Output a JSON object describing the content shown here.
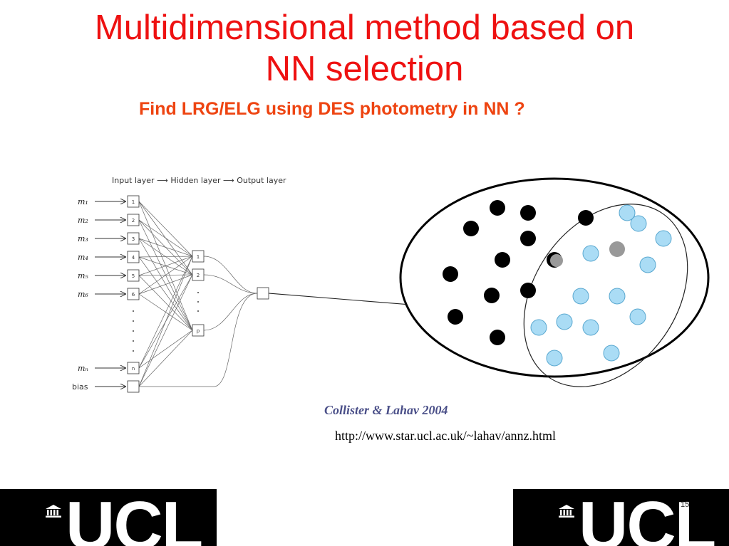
{
  "slide": {
    "title_line1": "Multidimensional method based on",
    "title_line2": "NN selection",
    "subtitle": "Find LRG/ELG using DES photometry in NN ?",
    "citation": "Collister & Lahav 2004",
    "url": "http://www.star.ucl.ac.uk/~lahav/annz.html",
    "slide_number": "15"
  },
  "network": {
    "header": "Input layer ⟶ Hidden layer ⟶ Output layer",
    "input_labels": [
      "m₁",
      "m₂",
      "m₃",
      "m₄",
      "m₅",
      "m₆",
      "mₙ",
      "bias"
    ],
    "input_nodes": [
      "1",
      "2",
      "3",
      "4",
      "5",
      "6",
      "n"
    ],
    "hidden_nodes": [
      "1",
      "2",
      "p"
    ]
  },
  "logo": {
    "text": "UCL"
  },
  "colors": {
    "title": "#ee1111",
    "subtitle": "#ee4411",
    "citation": "#4a4f88",
    "light_blue": "#aadcf5",
    "gray": "#999999"
  }
}
